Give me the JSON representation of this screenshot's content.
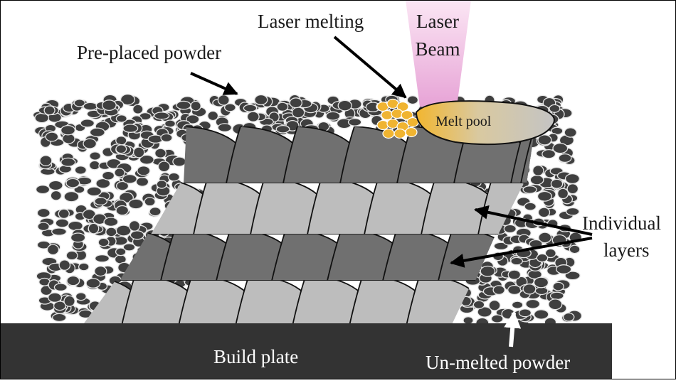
{
  "labels": {
    "laser_melting": "Laser melting",
    "laser_beam_line1": "Laser",
    "laser_beam_line2": "Beam",
    "pre_placed_powder": "Pre-placed powder",
    "melt_pool": "Melt pool",
    "individual_layers_line1": "Individual",
    "individual_layers_line2": "layers",
    "build_plate": "Build plate",
    "un_melted_powder": "Un-melted powder"
  },
  "colors": {
    "powder": "#3f3f3f",
    "powder_stroke": "#e6e6e6",
    "layer_dark": "#707070",
    "layer_light": "#bdbdbd",
    "build_plate": "#333333",
    "melt_pool": "#bebebe",
    "molten_powder": "#f0b431",
    "laser_beam": "#ebb1de"
  }
}
